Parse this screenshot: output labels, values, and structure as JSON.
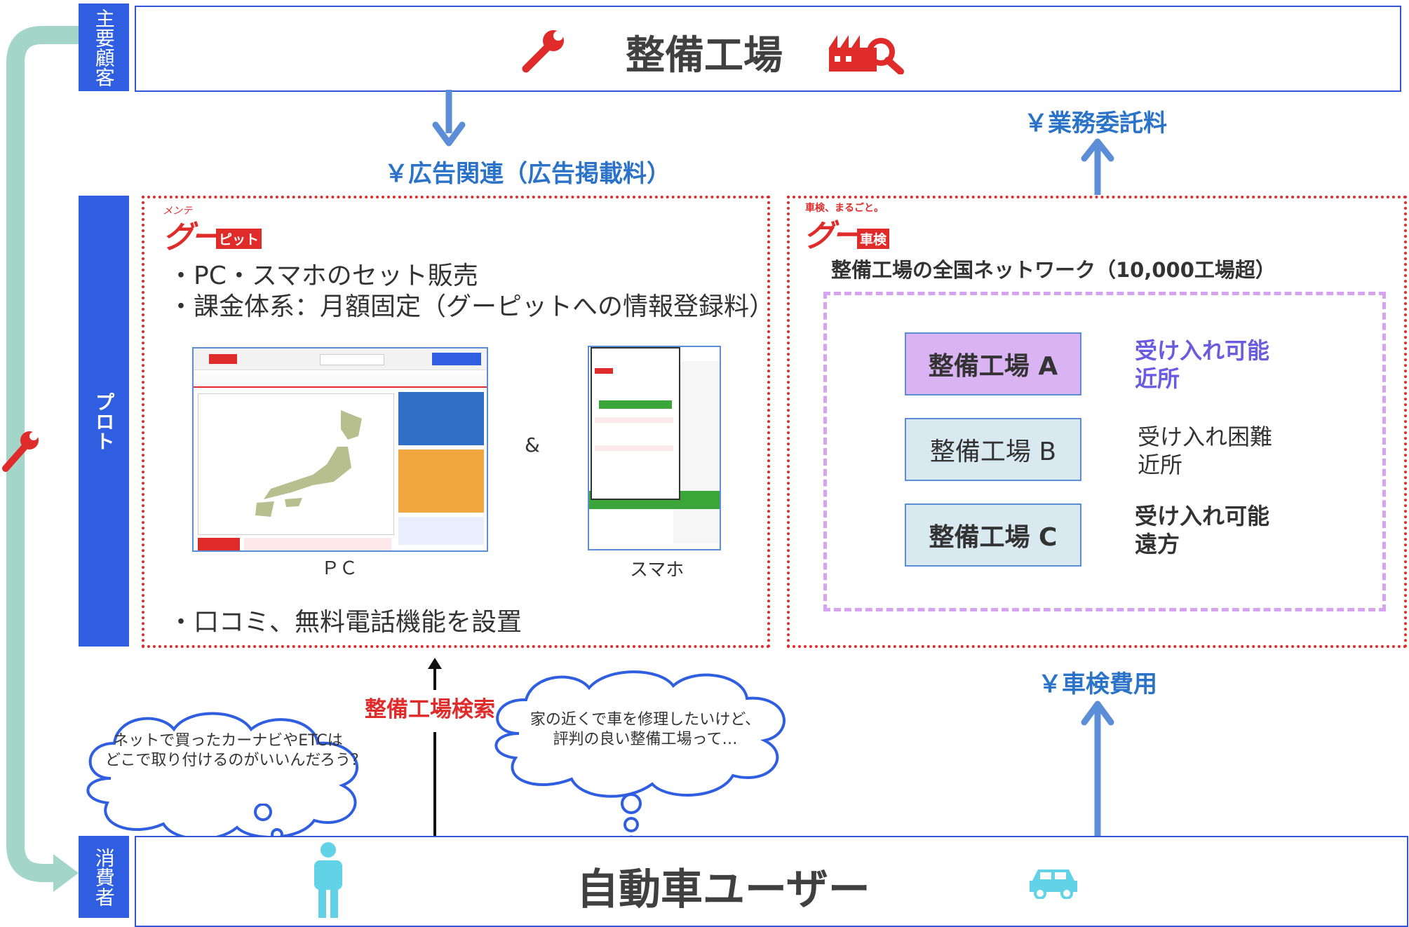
{
  "labels": {
    "main_customer": "主要顧客",
    "platform": "プロト",
    "consumer": "消費者"
  },
  "top": {
    "title": "整備工場"
  },
  "bottom": {
    "title": "自動車ユーザー"
  },
  "flows": {
    "ad_fee": "￥広告関連（広告掲載料）",
    "commission": "￥業務委託料",
    "inspection_fee": "￥車検費用",
    "search": "整備工場検索"
  },
  "goopit": {
    "logo_small": "メンテ",
    "logo_main": "グー",
    "logo_tag": "ピット",
    "bullet1": "・PC・スマホのセット販売",
    "bullet2": "・課金体系：月額固定（グーピットへの情報登録料）",
    "pc_caption": "ＰＣ",
    "ampersand": "&",
    "sp_caption": "スマホ",
    "bullet3": "・口コミ、無料電話機能を設置"
  },
  "goo_shaken": {
    "logo_small": "車検、まるごと。",
    "logo_main": "グー",
    "logo_tag": "車検",
    "network": "整備工場の全国ネットワーク（10,000工場超）",
    "factories": [
      {
        "name": "整備工場 A",
        "status1": "受け入れ可能",
        "status2": "近所"
      },
      {
        "name": "整備工場 B",
        "status1": "受け入れ困難",
        "status2": "近所"
      },
      {
        "name": "整備工場 C",
        "status1": "受け入れ可能",
        "status2": "遠方"
      }
    ]
  },
  "thoughts": {
    "left_line1": "ネットで買ったカーナビやETCは",
    "left_line2": "どこで取り付けるのがいいんだろう？",
    "right_line1": "家の近くで車を修理したいけど、",
    "right_line2": "評判の良い整備工場って…"
  },
  "colors": {
    "label_blue": "#2f5fe0",
    "flow_blue": "#2a73c9",
    "accent_red": "#e02b2b",
    "factory_a_fill": "#d9b3f2",
    "factory_bc_fill": "#d9e9f0",
    "status_a": "#6a5be0",
    "teal_arrow": "#a3d6c8",
    "figure_cyan": "#62d3e6"
  },
  "icons": [
    "wrench-icon",
    "factory-icon",
    "person-icon",
    "car-icon"
  ]
}
